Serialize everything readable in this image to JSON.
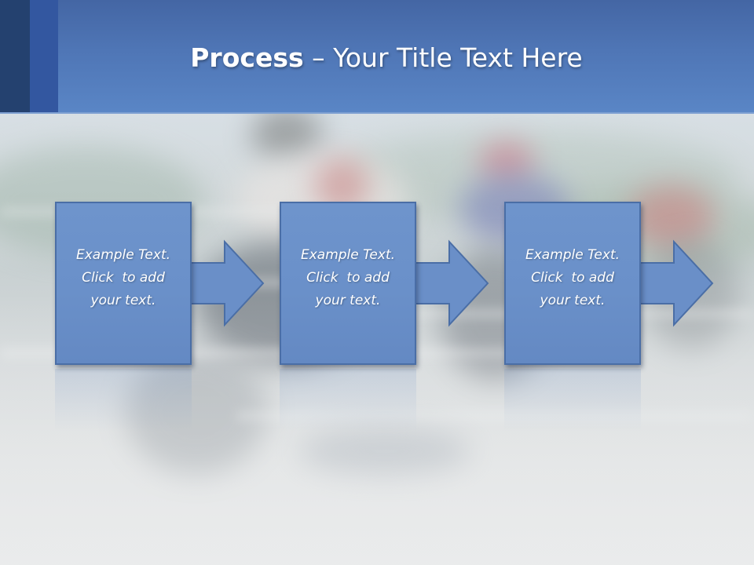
{
  "slide": {
    "title_strong": "Process",
    "title_rest": " – Your Title Text Here"
  },
  "steps": [
    {
      "lines": [
        "Example Text.",
        "Click  to add",
        "your text."
      ]
    },
    {
      "lines": [
        "Example Text.",
        "Click  to add",
        "your text."
      ]
    },
    {
      "lines": [
        "Example Text.",
        "Click  to add",
        "your text."
      ]
    }
  ],
  "colors": {
    "header": "#4f76b6",
    "box_fill": "#6a90c9",
    "box_border": "#4a6ea6",
    "text": "#ffffff"
  },
  "icons": {
    "arrow": "right-arrow-icon"
  }
}
